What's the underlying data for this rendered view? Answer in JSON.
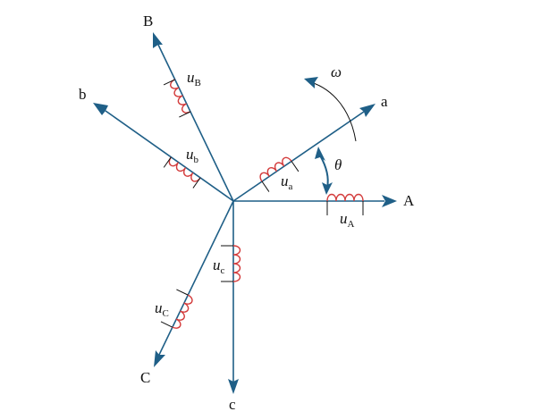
{
  "axes": {
    "A": "A",
    "B": "B",
    "C": "C",
    "a": "a",
    "b": "b",
    "c": "c"
  },
  "voltages": {
    "uA": {
      "var": "u",
      "sub": "A"
    },
    "uB": {
      "var": "u",
      "sub": "B"
    },
    "uC": {
      "var": "u",
      "sub": "C"
    },
    "ua": {
      "var": "u",
      "sub": "a"
    },
    "ub": {
      "var": "u",
      "sub": "b"
    },
    "uc": {
      "var": "u",
      "sub": "c"
    }
  },
  "symbols": {
    "omega": "ω",
    "theta": "θ"
  },
  "colors": {
    "axis": "#1f5f87",
    "coil": "#d33b3b",
    "text": "#111111"
  }
}
